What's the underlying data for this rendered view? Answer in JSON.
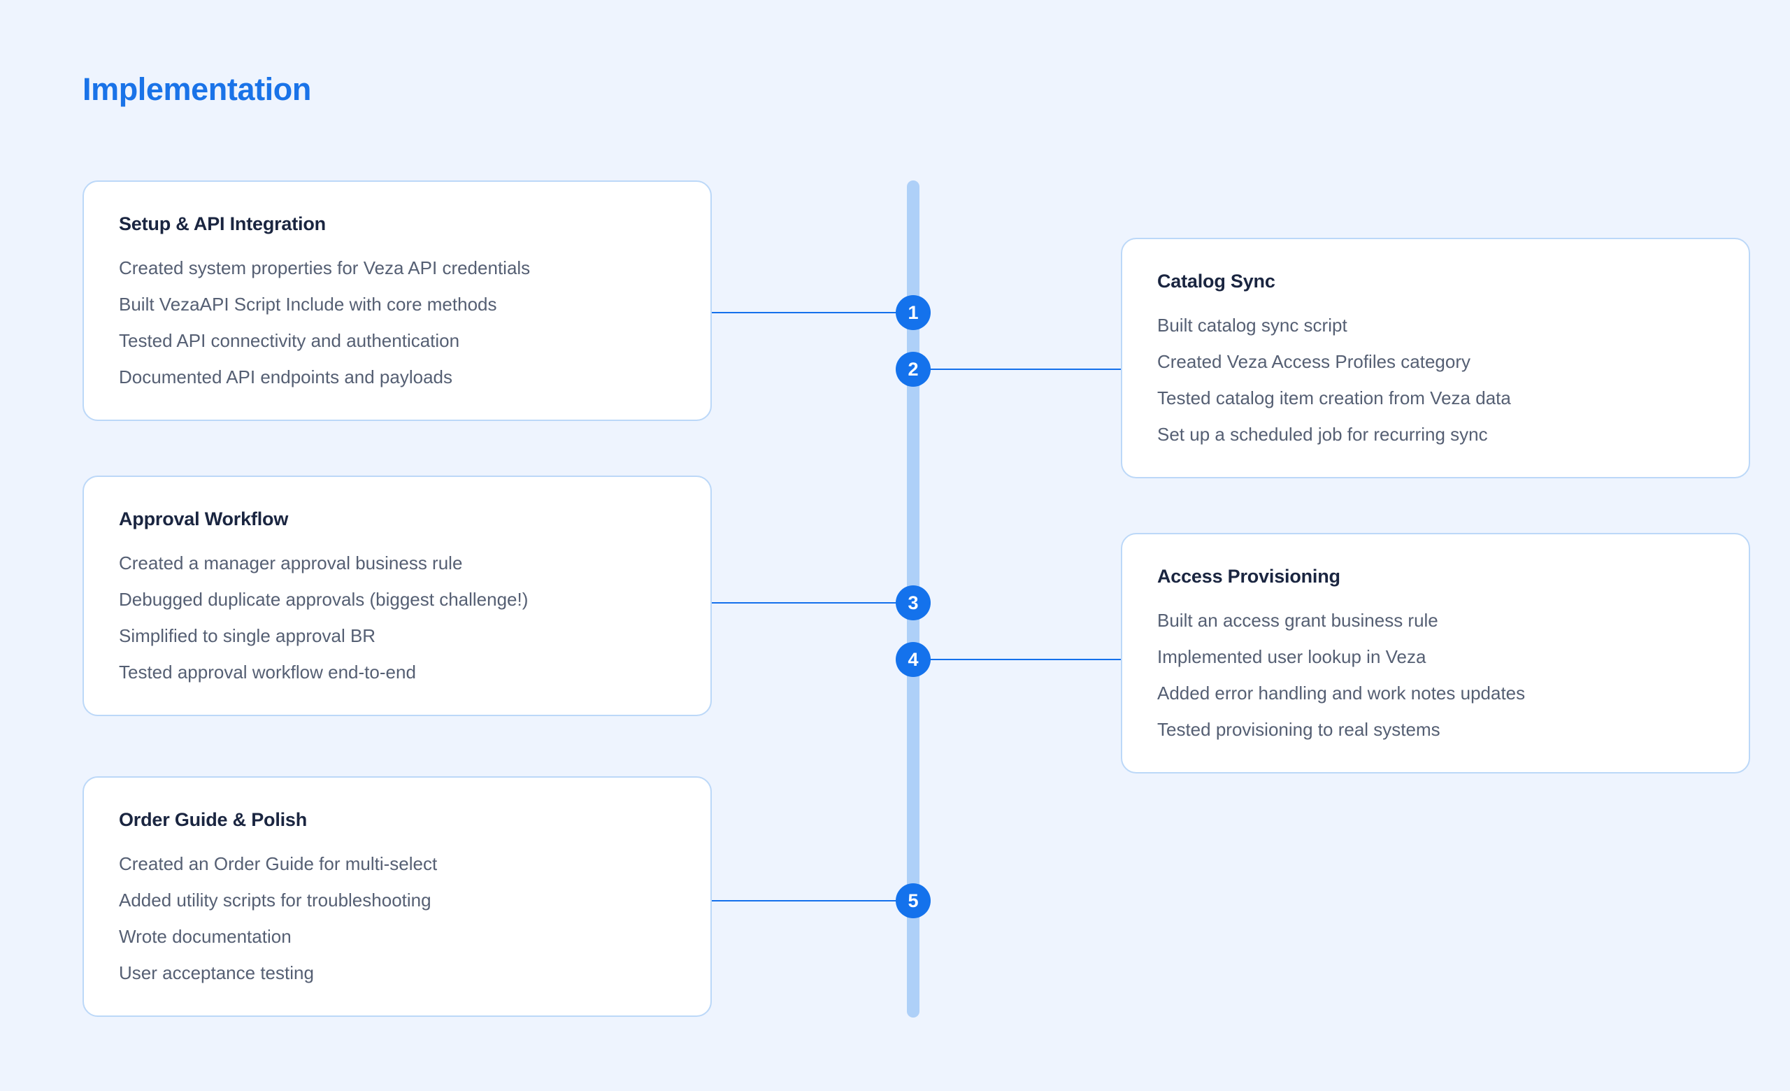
{
  "page": {
    "title": "Implementation",
    "background_color": "#eef4fe",
    "accent_color": "#1a73e8",
    "rail_color": "#aed0f8",
    "marker_color": "#1472ec",
    "card_border_color": "#bcd8f8",
    "heading_color": "#1a2540",
    "body_color": "#555f73"
  },
  "timeline": {
    "markers": [
      {
        "number": "1",
        "side": "left"
      },
      {
        "number": "2",
        "side": "right"
      },
      {
        "number": "3",
        "side": "left"
      },
      {
        "number": "4",
        "side": "right"
      },
      {
        "number": "5",
        "side": "left"
      }
    ]
  },
  "cards": [
    {
      "step": "1",
      "side": "left",
      "title": "Setup & API Integration",
      "items": [
        "Created system properties for Veza API credentials",
        "Built VezaAPI Script Include with core methods",
        "Tested API connectivity and authentication",
        "Documented API endpoints and payloads"
      ]
    },
    {
      "step": "2",
      "side": "right",
      "title": "Catalog Sync",
      "items": [
        "Built catalog sync script",
        "Created Veza Access Profiles category",
        "Tested catalog item creation from Veza data",
        "Set up a scheduled job for recurring sync"
      ]
    },
    {
      "step": "3",
      "side": "left",
      "title": "Approval Workflow",
      "items": [
        "Created a manager approval business rule",
        "Debugged duplicate approvals (biggest challenge!)",
        "Simplified to single approval BR",
        "Tested approval workflow end-to-end"
      ]
    },
    {
      "step": "4",
      "side": "right",
      "title": "Access Provisioning",
      "items": [
        "Built an access grant business rule",
        "Implemented user lookup in Veza",
        "Added error handling and work notes updates",
        "Tested provisioning to real systems"
      ]
    },
    {
      "step": "5",
      "side": "left",
      "title": "Order Guide & Polish",
      "items": [
        "Created an Order Guide for multi-select",
        "Added utility scripts for troubleshooting",
        "Wrote documentation",
        "User acceptance testing"
      ]
    }
  ]
}
